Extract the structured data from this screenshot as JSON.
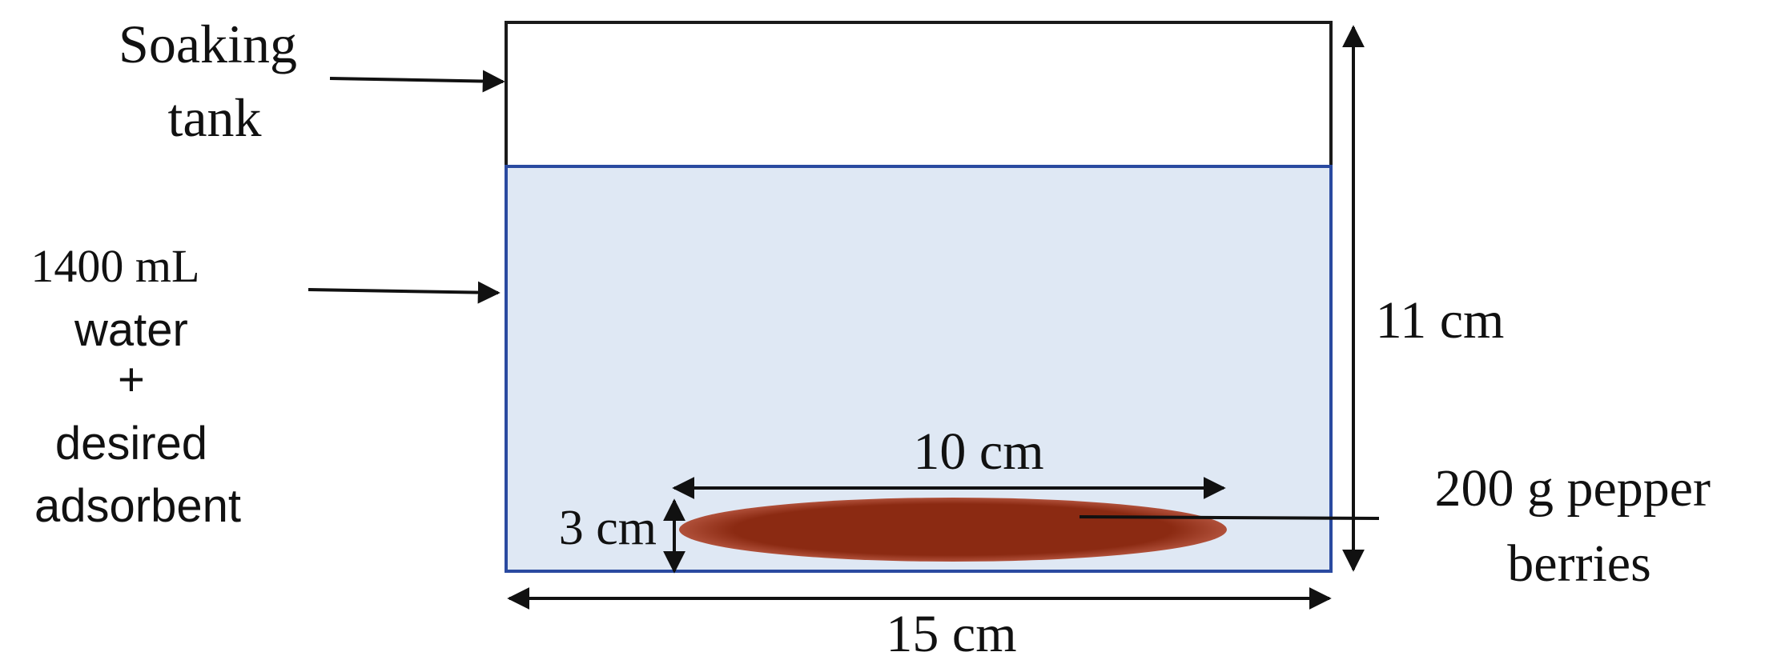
{
  "labels": {
    "tank": [
      "Soaking",
      "tank"
    ],
    "water": [
      "1400 mL",
      "water",
      "+",
      "desired",
      "adsorbent"
    ],
    "berries": [
      "200 g pepper",
      "berries"
    ],
    "height": "11 cm",
    "width": "15 cm",
    "berry_length": "10 cm",
    "berry_height": "3 cm"
  },
  "colors": {
    "water_fill": "#dfe8f4",
    "water_border": "#2a4aa0",
    "tank_border": "#1a1a1a",
    "berries_fill": "#8b2a12",
    "berries_edge": "#b0503a"
  }
}
